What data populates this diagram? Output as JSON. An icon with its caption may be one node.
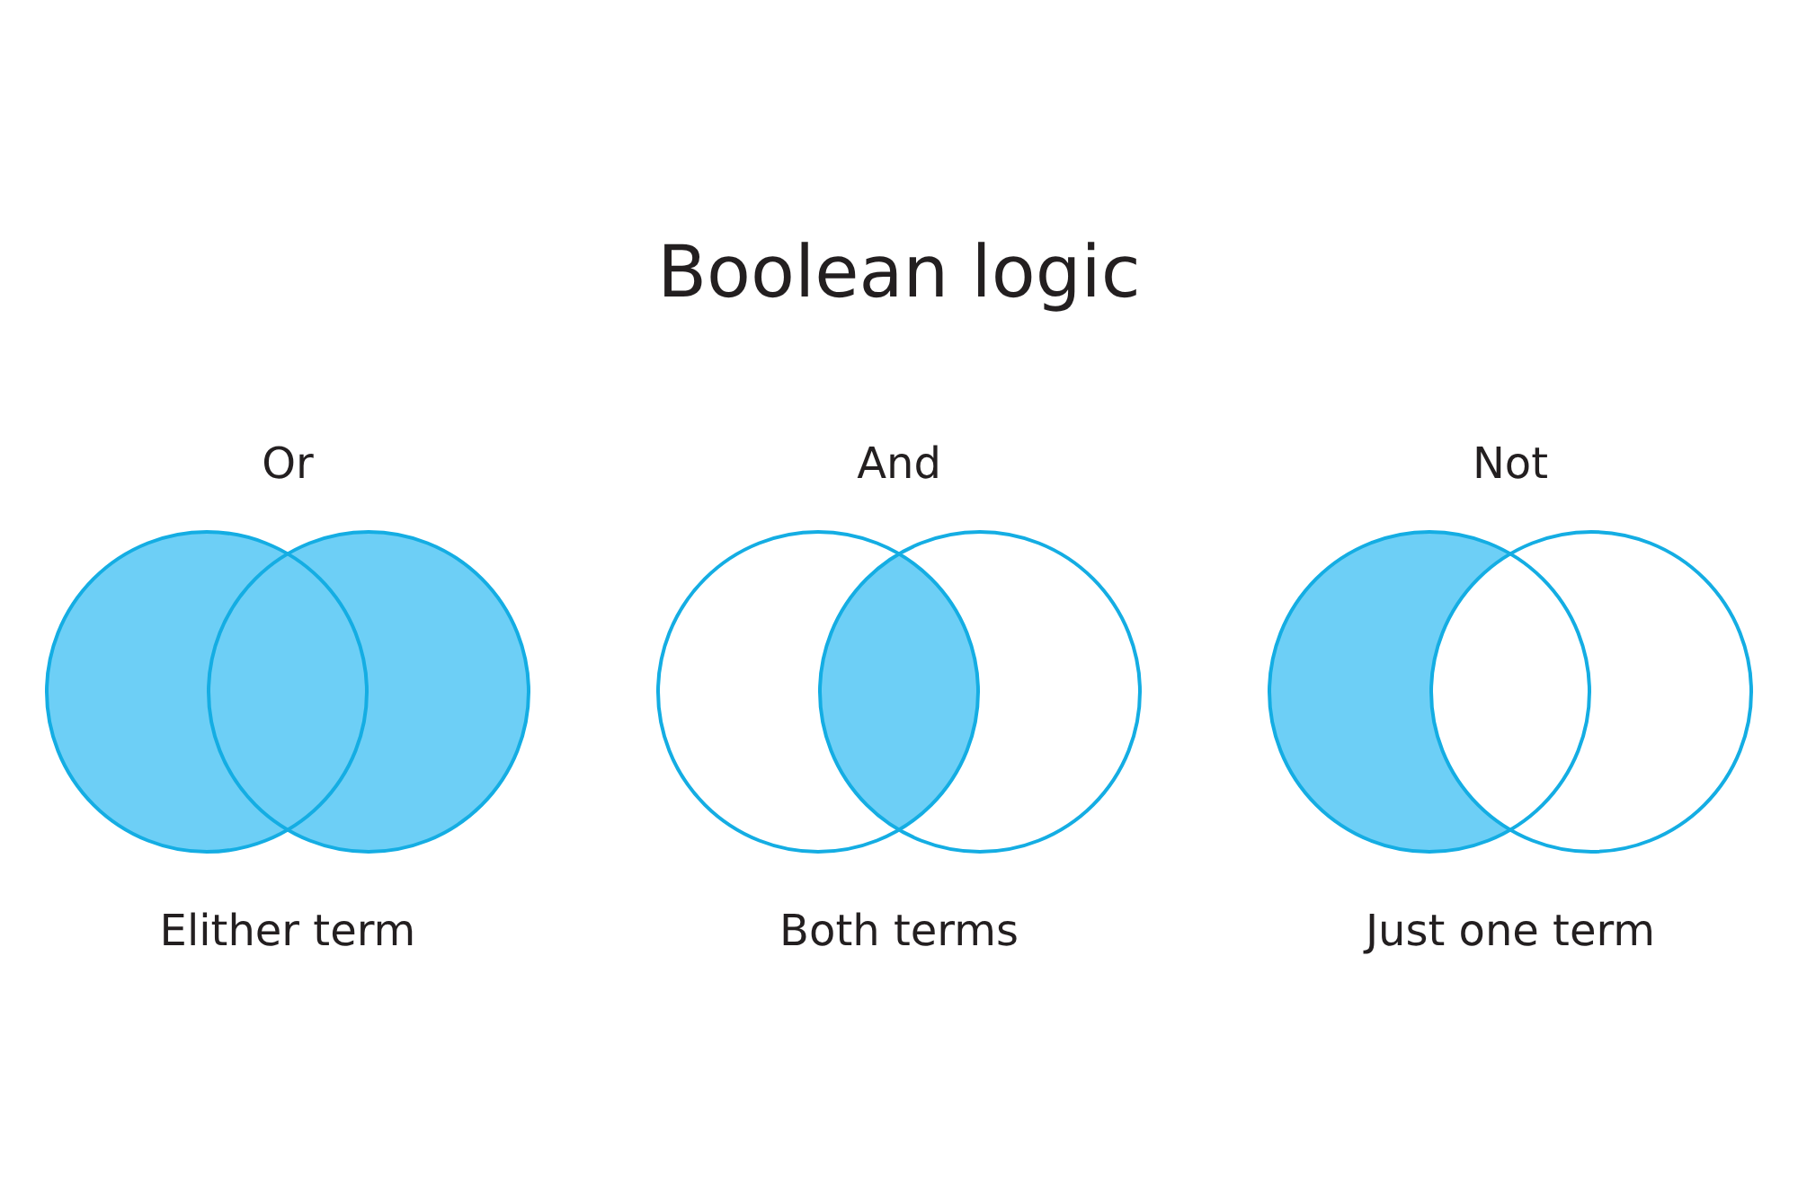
{
  "diagram": {
    "title": "Boolean logic",
    "labels": [
      "Or",
      "And",
      "Not",
      "Elither term",
      "Both terms",
      "Just one term"
    ]
  }
}
